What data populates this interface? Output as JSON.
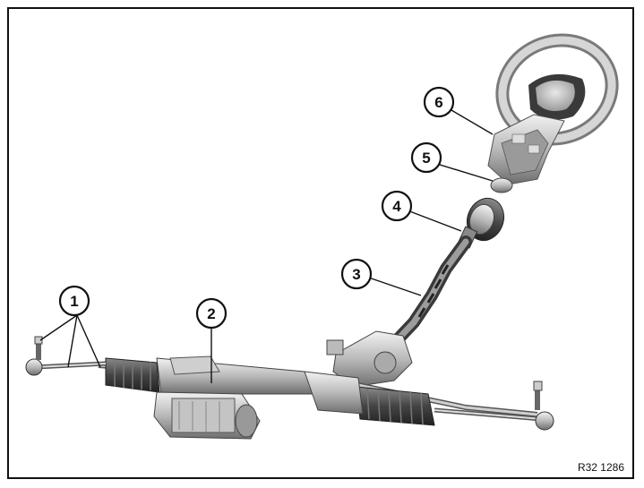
{
  "callouts": [
    {
      "label": "1"
    },
    {
      "label": "2"
    },
    {
      "label": "3"
    },
    {
      "label": "4"
    },
    {
      "label": "5"
    },
    {
      "label": "6"
    }
  ],
  "reference_code": "R32 1286"
}
